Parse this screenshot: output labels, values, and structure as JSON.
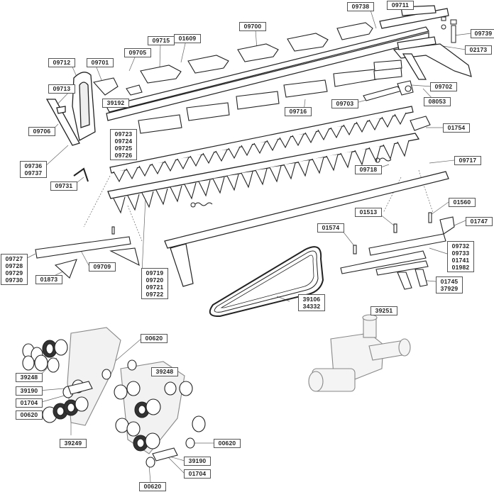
{
  "diagram": {
    "labels": {
      "p09738": "09738",
      "p09711": "09711",
      "p09739": "09739",
      "p02173": "02173",
      "p09700": "09700",
      "p09715": "09715",
      "p01609": "01609",
      "p09705": "09705",
      "p09712": "09712",
      "p09701": "09701",
      "p09713": "09713",
      "p39192": "39192",
      "p09702": "09702",
      "p09703": "09703",
      "p08053": "08053",
      "p09716": "09716",
      "p01754": "01754",
      "p09706": "09706",
      "p09723_group": [
        "09723",
        "09724",
        "09725",
        "09726"
      ],
      "p09736_group": [
        "09736",
        "09737"
      ],
      "p09731": "09731",
      "p09718": "09718",
      "p09717": "09717",
      "p01560": "01560",
      "p01513": "01513",
      "p01747": "01747",
      "p01574": "01574",
      "p09732_group": [
        "09732",
        "09733",
        "01741",
        "01982"
      ],
      "p09727_group": [
        "09727",
        "09728",
        "09729",
        "09730"
      ],
      "p09709": "09709",
      "p01873": "01873",
      "p09719_group": [
        "09719",
        "09720",
        "09721",
        "09722"
      ],
      "p01745_group": [
        "01745",
        "37929"
      ],
      "p39106_group": [
        "39106",
        "34332"
      ],
      "p39251": "39251",
      "p00620_a": "00620",
      "p39248_a": "39248",
      "p39248_b": "39248",
      "p39190_a": "39190",
      "p01704_a": "01704",
      "p00620_b": "00620",
      "p39249": "39249",
      "p00620_c": "00620",
      "p39190_b": "39190",
      "p01704_b": "01704",
      "p00620_d": "00620"
    }
  }
}
